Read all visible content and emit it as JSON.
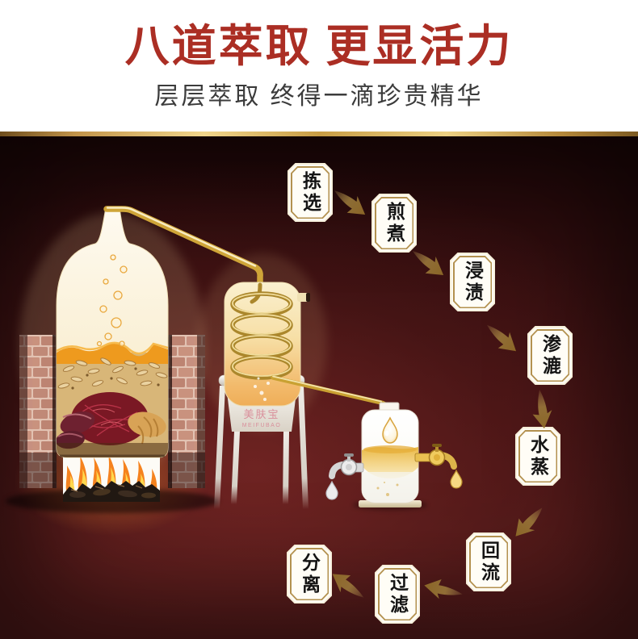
{
  "header": {
    "title": "八道萃取 更显活力",
    "subtitle": "层层萃取 终得一滴珍贵精华"
  },
  "diagram": {
    "steps": [
      {
        "label": "拣选"
      },
      {
        "label": "煎煮"
      },
      {
        "label": "浸渍"
      },
      {
        "label": "渗漉"
      },
      {
        "label": "水蒸"
      },
      {
        "label": "回流"
      },
      {
        "label": "过滤"
      },
      {
        "label": "分离"
      }
    ],
    "brand_cn": "美肤宝",
    "brand_en": "MEIFUBAO"
  },
  "colors": {
    "title_red": "#ab2e24",
    "badge_gold_border": "#b3914f",
    "arrow_gold": "#9a7a38",
    "divider_gold": "#d8b05e",
    "scene_maroon": "#4f1718"
  }
}
